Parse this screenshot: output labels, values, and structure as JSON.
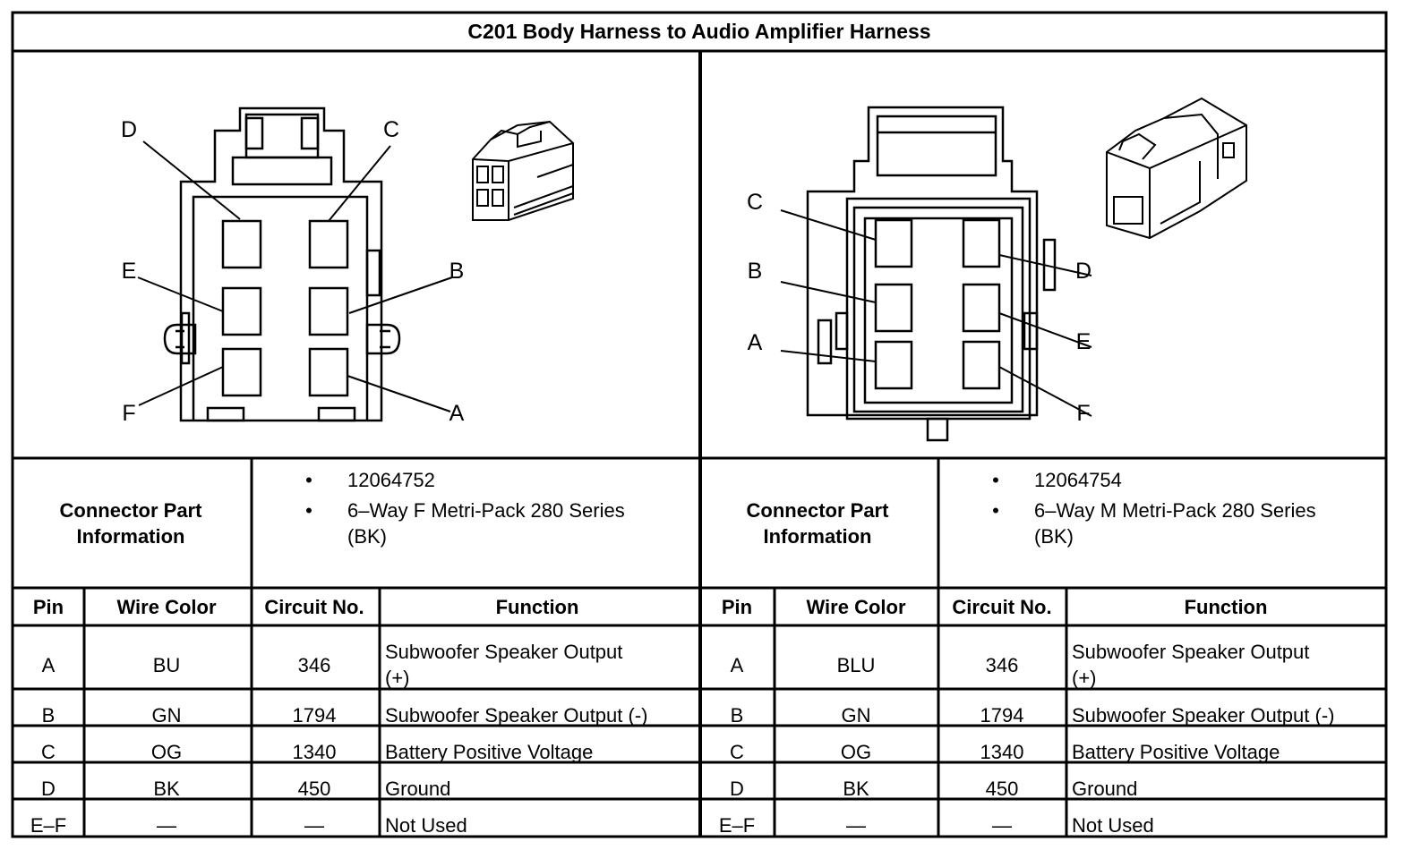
{
  "title": "C201 Body Harness to Audio Amplifier Harness",
  "connectors": [
    {
      "pin_labels": [
        "A",
        "B",
        "C",
        "D",
        "E",
        "F"
      ],
      "part_info_label": [
        "Connector Part",
        "Information"
      ],
      "part_lines": [
        {
          "bullet": "•",
          "text": "12064752"
        },
        {
          "bullet": "•",
          "text": "6–Way F Metri-Pack 280 Series"
        },
        {
          "bullet": "",
          "text": "(BK)"
        }
      ],
      "headers": [
        "Pin",
        "Wire Color",
        "Circuit No.",
        "Function"
      ],
      "rows": [
        {
          "pin": "A",
          "color": "BU",
          "circuit": "346",
          "function": [
            "Subwoofer Speaker Output",
            "(+)"
          ]
        },
        {
          "pin": "B",
          "color": "GN",
          "circuit": "1794",
          "function": [
            "Subwoofer Speaker Output (-)"
          ]
        },
        {
          "pin": "C",
          "color": "OG",
          "circuit": "1340",
          "function": [
            "Battery Positive Voltage"
          ]
        },
        {
          "pin": "D",
          "color": "BK",
          "circuit": "450",
          "function": [
            "Ground"
          ]
        },
        {
          "pin": "E–F",
          "color": "—",
          "circuit": "—",
          "function": [
            "Not Used"
          ]
        }
      ]
    },
    {
      "pin_labels": [
        "A",
        "B",
        "C",
        "D",
        "E",
        "F"
      ],
      "part_info_label": [
        "Connector Part",
        "Information"
      ],
      "part_lines": [
        {
          "bullet": "•",
          "text": "12064754"
        },
        {
          "bullet": "•",
          "text": "6–Way M Metri-Pack 280 Series"
        },
        {
          "bullet": "",
          "text": "(BK)"
        }
      ],
      "headers": [
        "Pin",
        "Wire Color",
        "Circuit No.",
        "Function"
      ],
      "rows": [
        {
          "pin": "A",
          "color": "BLU",
          "circuit": "346",
          "function": [
            "Subwoofer Speaker Output",
            "(+)"
          ]
        },
        {
          "pin": "B",
          "color": "GN",
          "circuit": "1794",
          "function": [
            "Subwoofer Speaker Output (-)"
          ]
        },
        {
          "pin": "C",
          "color": "OG",
          "circuit": "1340",
          "function": [
            "Battery Positive Voltage"
          ]
        },
        {
          "pin": "D",
          "color": "BK",
          "circuit": "450",
          "function": [
            "Ground"
          ]
        },
        {
          "pin": "E–F",
          "color": "—",
          "circuit": "—",
          "function": [
            "Not Used"
          ]
        }
      ]
    }
  ]
}
